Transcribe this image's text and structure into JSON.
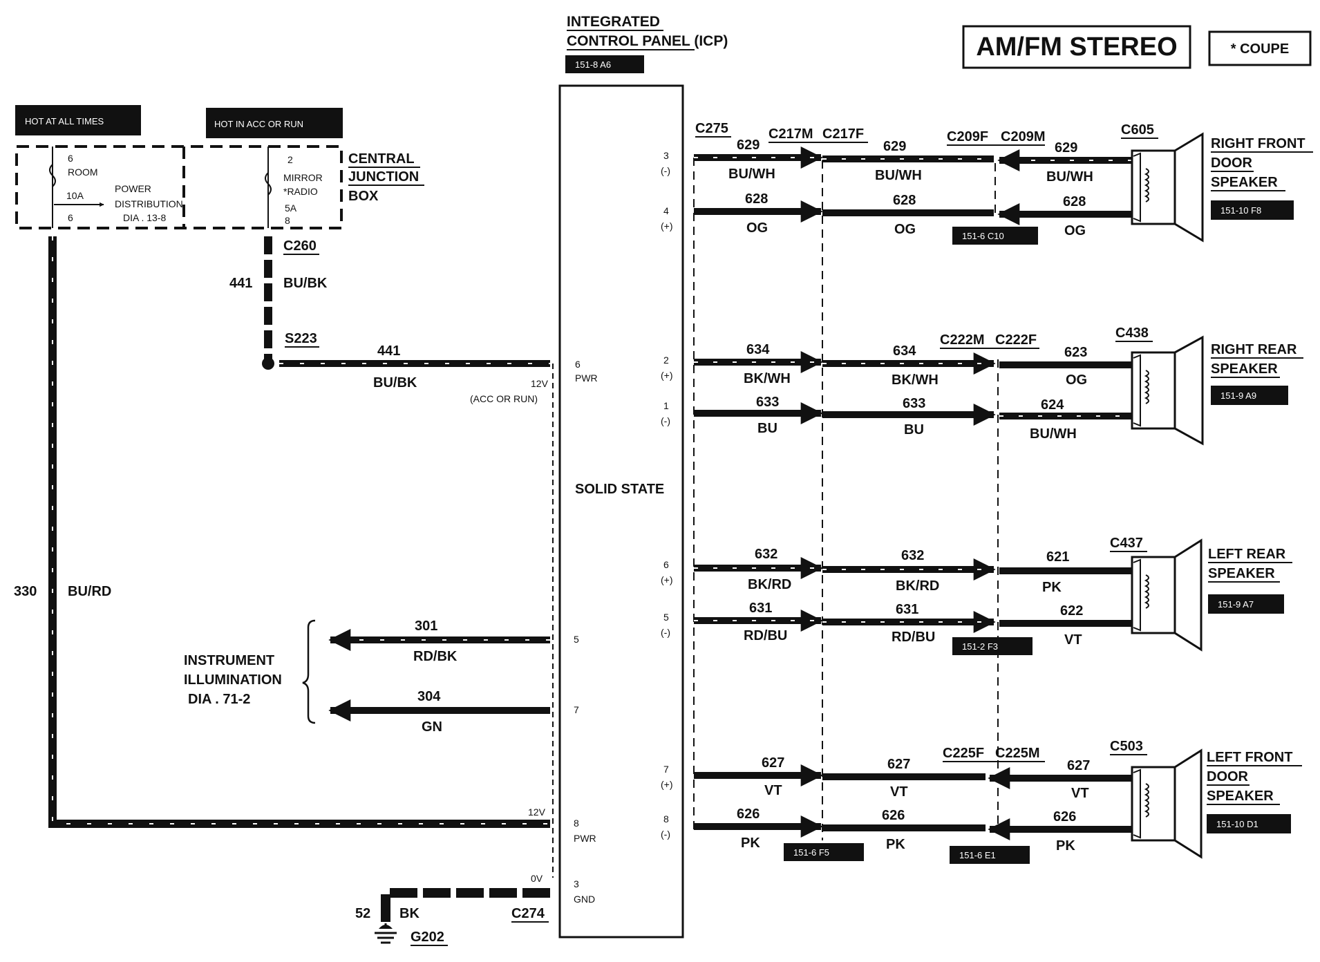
{
  "title": "AM/FM STEREO",
  "coupe_note": "* COUPE",
  "icp": {
    "title_line1": "INTEGRATED",
    "title_line2": "CONTROL PANEL (ICP)",
    "ref": "151-8 A6",
    "state_label": "SOLID STATE"
  },
  "power_labels": {
    "hot_at_all_times": "HOT AT ALL TIMES",
    "hot_in_acc_or_run": "HOT IN ACC OR RUN"
  },
  "cjb": {
    "line1": "CENTRAL",
    "line2": "JUNCTION",
    "line3": "BOX",
    "fuse1_top": "6",
    "fuse1_name": "ROOM",
    "fuse1_amp": "10A",
    "fuse1_bottom": "6",
    "fuse2_top": "2",
    "fuse2_name1": "MIRROR",
    "fuse2_name2": "*RADIO",
    "fuse2_amp": "5A",
    "fuse2_bottom": "8",
    "pd_line1": "POWER",
    "pd_line2": "DISTRIBUTION",
    "pd_line3": "DIA . 13-8"
  },
  "feed": {
    "c260": "C260",
    "wire_441_a": "441",
    "color_441_a": "BU/BK",
    "s223": "S223",
    "wire_441_b": "441",
    "color_441_b": "BU/BK",
    "v12_acc": "12V",
    "acc_or_run": "(ACC OR RUN)",
    "wire_330": "330",
    "color_330": "BU/RD",
    "v12_batt": "12V"
  },
  "illum": {
    "line1": "INSTRUMENT",
    "line2": "ILLUMINATION",
    "line3": "DIA . 71-2",
    "wire_301": "301",
    "color_301": "RD/BK",
    "wire_304": "304",
    "color_304": "GN"
  },
  "ground": {
    "ov": "0V",
    "wire": "52",
    "color": "BK",
    "c274": "C274",
    "g202": "G202"
  },
  "pins_left": {
    "p6": "6",
    "p6_name": "PWR",
    "p5": "5",
    "p7": "7",
    "p8": "8",
    "p8_name": "PWR",
    "p3": "3",
    "p3_name": "GND"
  },
  "pins_right": {
    "rf_neg": "3",
    "rf_neg_sign": "(-)",
    "rf_pos": "4",
    "rf_pos_sign": "(+)",
    "rr_pos": "2",
    "rr_pos_sign": "(+)",
    "rr_neg": "1",
    "rr_neg_sign": "(-)",
    "lr_pos": "6",
    "lr_pos_sign": "(+)",
    "lr_neg": "5",
    "lr_neg_sign": "(-)",
    "lf_pos": "7",
    "lf_pos_sign": "(+)",
    "lf_neg": "8",
    "lf_neg_sign": "(-)"
  },
  "connectors": {
    "c275": "C275",
    "c217m": "C217M",
    "c217f": "C217F",
    "c209f": "C209F",
    "c209m": "C209M",
    "c222m": "C222M",
    "c222f": "C222F",
    "c225f": "C225F",
    "c225m": "C225M",
    "c605": "C605",
    "c438": "C438",
    "c437": "C437",
    "c503": "C503"
  },
  "speakers": {
    "rf": {
      "line1": "RIGHT FRONT",
      "line2": "DOOR",
      "line3": "SPEAKER",
      "ref": "151-10 F8"
    },
    "rr": {
      "line1": "RIGHT REAR",
      "line2": "SPEAKER",
      "ref": "151-9 A9"
    },
    "lr": {
      "line1": "LEFT REAR",
      "line2": "SPEAKER",
      "ref": "151-9 A7"
    },
    "lf": {
      "line1": "LEFT FRONT",
      "line2": "DOOR",
      "line3": "SPEAKER",
      "ref": "151-10 D1"
    }
  },
  "wires": {
    "rf1_a": "629",
    "rf1_ac": "BU/WH",
    "rf1_b": "629",
    "rf1_bc": "BU/WH",
    "rf1_c": "629",
    "rf1_cc": "BU/WH",
    "rf2_a": "628",
    "rf2_ac": "OG",
    "rf2_b": "628",
    "rf2_bc": "OG",
    "rf2_c": "628",
    "rf2_cc": "OG",
    "rr1_a": "634",
    "rr1_ac": "BK/WH",
    "rr1_b": "634",
    "rr1_bc": "BK/WH",
    "rr1_c": "623",
    "rr1_cc": "OG",
    "rr2_a": "633",
    "rr2_ac": "BU",
    "rr2_b": "633",
    "rr2_bc": "BU",
    "rr2_c": "624",
    "rr2_cc": "BU/WH",
    "lr1_a": "632",
    "lr1_ac": "BK/RD",
    "lr1_b": "632",
    "lr1_bc": "BK/RD",
    "lr1_c": "621",
    "lr1_cc": "PK",
    "lr2_a": "631",
    "lr2_ac": "RD/BU",
    "lr2_b": "631",
    "lr2_bc": "RD/BU",
    "lr2_c": "622",
    "lr2_cc": "VT",
    "lf1_a": "627",
    "lf1_ac": "VT",
    "lf1_b": "627",
    "lf1_bc": "VT",
    "lf1_c": "627",
    "lf1_cc": "VT",
    "lf2_a": "626",
    "lf2_ac": "PK",
    "lf2_b": "626",
    "lf2_bc": "PK",
    "lf2_c": "626",
    "lf2_cc": "PK"
  },
  "refs": {
    "c209": "151-6 C10",
    "c222": "151-2 F3",
    "c217": "151-6 F5",
    "c225": "151-6 E1"
  }
}
